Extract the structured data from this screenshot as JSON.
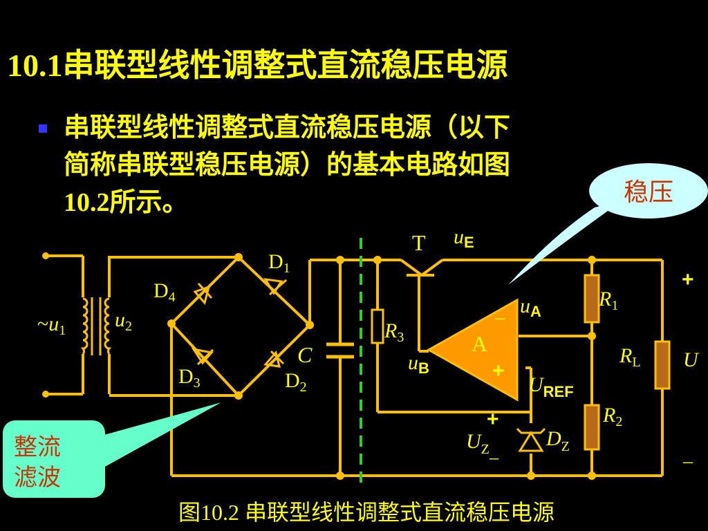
{
  "slide": {
    "title": "10.1串联型线性调整式直流稳压电源",
    "bullet": {
      "line1": "串联型线性调整式直流稳压电源（以下",
      "line2": "简称串联型稳压电源）的基本电路如图",
      "line3": "10.2所示。"
    },
    "caption": "图10.2 串联型线性调整式直流稳压电源"
  },
  "callouts": {
    "regulation": "稳压",
    "rectify_filter_line1": "整流",
    "rectify_filter_line2": "滤波"
  },
  "circuit": {
    "u1": {
      "sym": "u",
      "sub": "1",
      "prefix": "~"
    },
    "u2": {
      "sym": "u",
      "sub": "2"
    },
    "D1": {
      "sym": "D",
      "sub": "1"
    },
    "D2": {
      "sym": "D",
      "sub": "2"
    },
    "D3": {
      "sym": "D",
      "sub": "3"
    },
    "D4": {
      "sym": "D",
      "sub": "4"
    },
    "C": "C",
    "T": "T",
    "uE": {
      "sym": "u",
      "sub": "E"
    },
    "uA": {
      "sym": "u",
      "sub": "A"
    },
    "uB": {
      "sym": "u",
      "sub": "B"
    },
    "A": "A",
    "R1": {
      "sym": "R",
      "sub": "1"
    },
    "R2": {
      "sym": "R",
      "sub": "2"
    },
    "R3": {
      "sym": "R",
      "sub": "3"
    },
    "RL": {
      "sym": "R",
      "sub": "L"
    },
    "UREF": {
      "sym": "U",
      "sub": "REF"
    },
    "UZ": {
      "sym": "U",
      "sub": "Z"
    },
    "DZ": {
      "sym": "D",
      "sub": "Z"
    },
    "UO": "U",
    "opamp_minus": "–",
    "opamp_plus": "+",
    "plus": "+",
    "minus": "–"
  },
  "colors": {
    "background": "#000000",
    "text": "#ffff00",
    "wire": "#ffc000",
    "component": "#ff9900",
    "resistor_fill": "#b86a1b",
    "opamp_fill": "#ff9900",
    "callout_fill": "#ccffff",
    "callout_fill_2": "#66ffcc",
    "callout_text": "#cc3300",
    "divider": "#33cc33",
    "bullet": "#3333ff"
  }
}
